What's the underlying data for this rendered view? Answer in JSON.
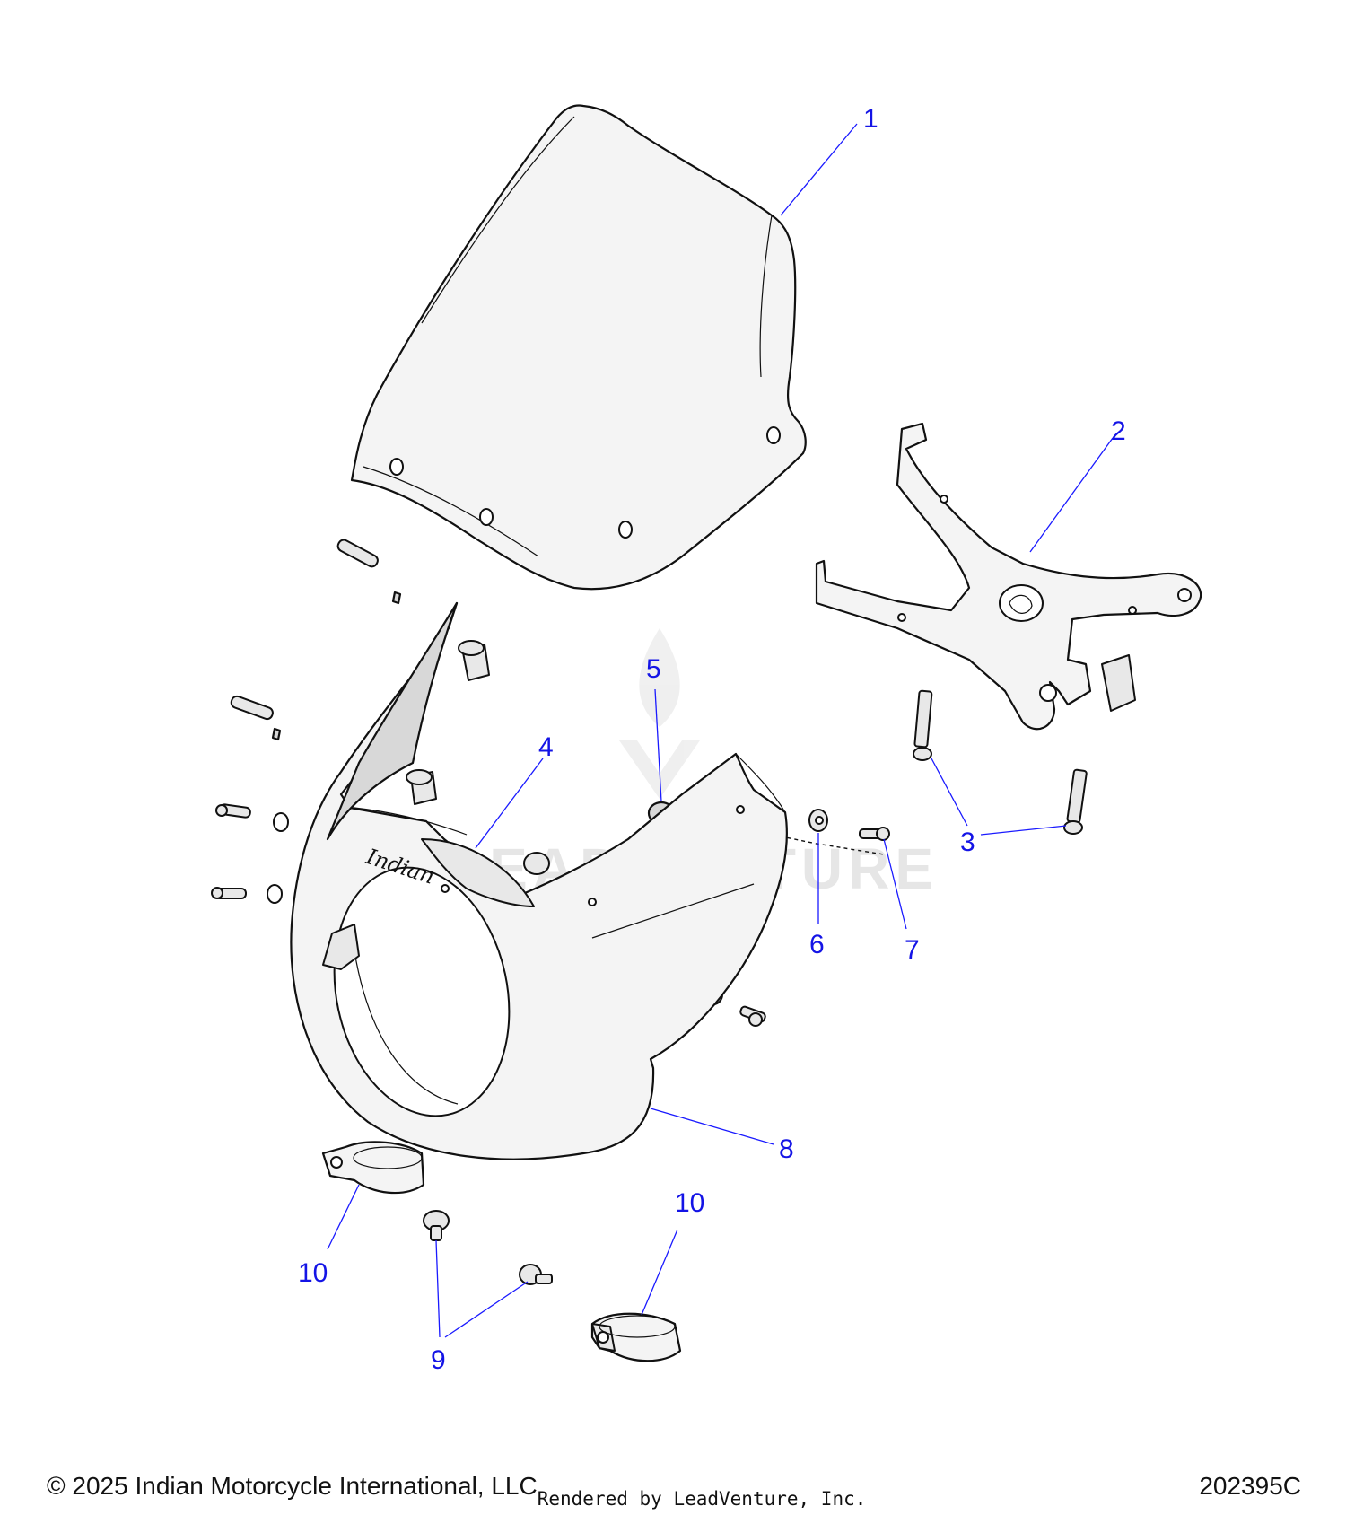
{
  "footer": {
    "copyright": "© 2025 Indian Motorcycle International, LLC",
    "rendered_by": "Rendered by LeadVenture, Inc.",
    "diagram_id": "202395C"
  },
  "watermark": "LEADVENTURE",
  "brand_script": "Indian",
  "callouts": [
    "1",
    "2",
    "3",
    "4",
    "5",
    "6",
    "7",
    "8",
    "9",
    "10",
    "10"
  ]
}
